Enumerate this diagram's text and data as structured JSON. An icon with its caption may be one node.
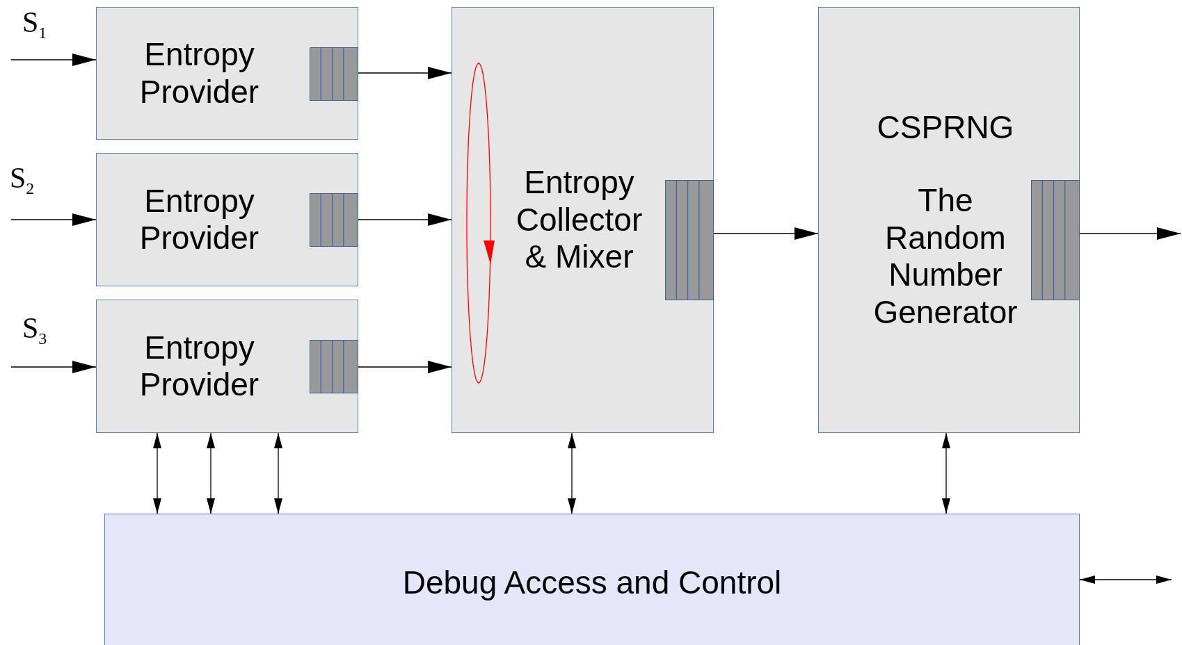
{
  "diagram": {
    "nodes": [
      {
        "text": [
          "S$_{1}$"
        ]
      },
      {
        "text": [
          "Entropy Provider"
        ]
      },
      {
        "text": [
          "S$_{2}$"
        ]
      },
      {
        "text": [
          "Entropy Provider"
        ]
      },
      {
        "text": [
          "S$_{3}$"
        ]
      },
      {
        "text": [
          "Entropy Provider"
        ]
      },
      {
        "text": [
          "Entropy Collector & Mixer"
        ]
      },
      {
        "text": [
          "CSPRNG",
          "The Random Number Generator"
        ]
      },
      {
        "text": [
          "Debug Access and Control"
        ]
      }
    ],
    "edges": [
      {
        "from": 0,
        "to": 1,
        "arrow": "to"
      },
      {
        "from": 2,
        "to": 3,
        "arrow": "to"
      },
      {
        "from": 4,
        "to": 5,
        "arrow": "to"
      },
      {
        "from": 1,
        "to": 6,
        "arrow": "to"
      },
      {
        "from": 3,
        "to": 6,
        "arrow": "to"
      },
      {
        "from": 5,
        "to": 6,
        "arrow": "to"
      },
      {
        "from": 6,
        "to": 7,
        "arrow": "to"
      },
      {
        "from": 7,
        "to": null,
        "arrow": "to"
      },
      {
        "from": 5,
        "to": 8,
        "arrow": "both"
      },
      {
        "from": 5,
        "to": 8,
        "arrow": "both"
      },
      {
        "from": 5,
        "to": 8,
        "arrow": "both"
      },
      {
        "from": 6,
        "to": 8,
        "arrow": "both"
      },
      {
        "from": 7,
        "to": 8,
        "arrow": "both"
      },
      {
        "from": 8,
        "to": null,
        "arrow": "both"
      }
    ]
  }
}
